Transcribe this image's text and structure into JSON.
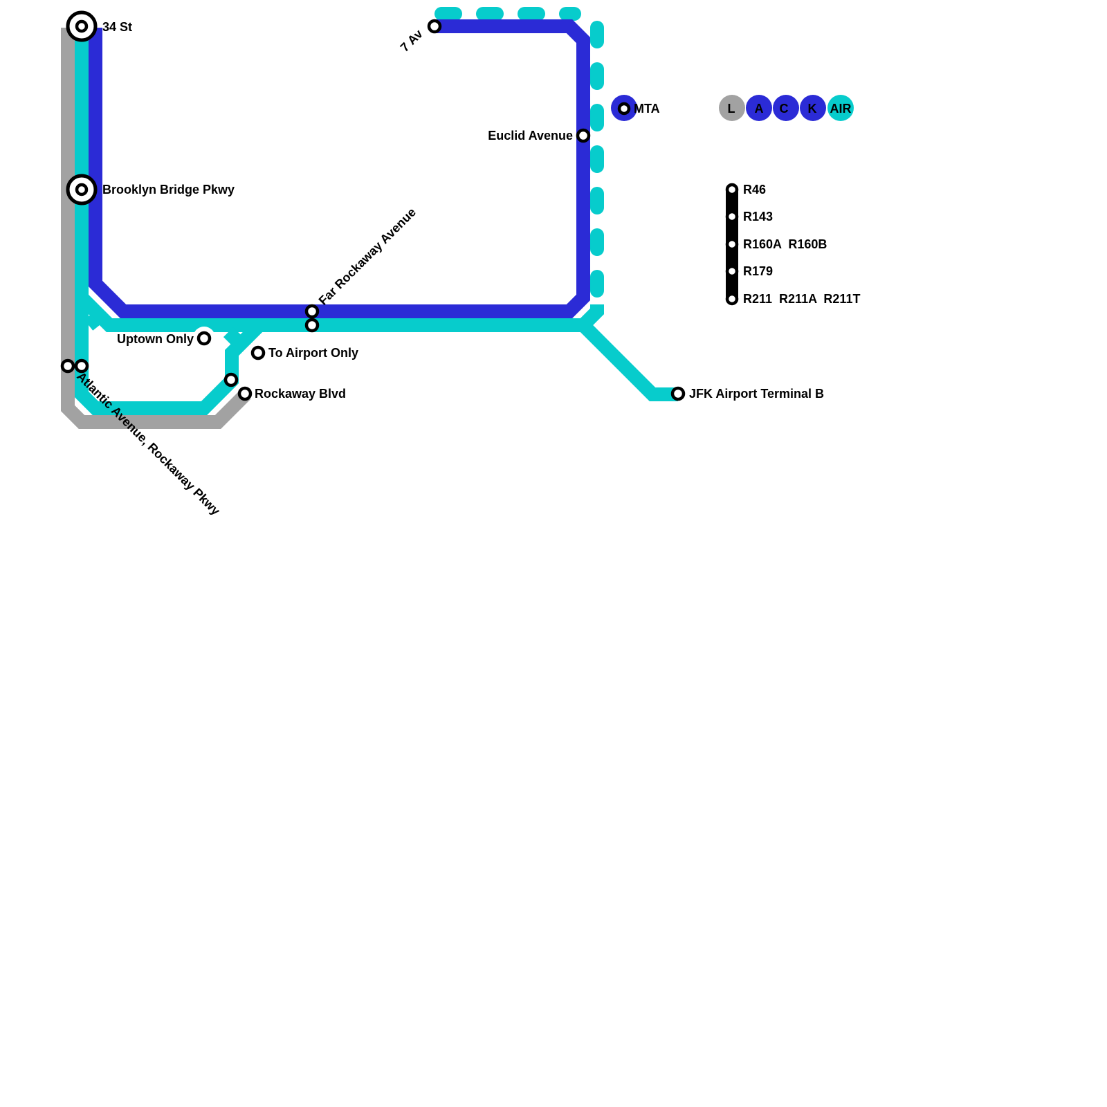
{
  "colors": {
    "L": "#a2a2a2",
    "ACK": "#2b2bd6",
    "AIR": "#07cccc"
  },
  "stations": {
    "s34": "34 St",
    "bbp": "Brooklyn Bridge Pkwy",
    "ave7": "7 Av",
    "euclid": "Euclid Avenue",
    "far_rock": "Far Rockaway Avenue",
    "uptown": "Uptown Only",
    "to_airport": "To Airport Only",
    "rock_blvd": "Rockaway Blvd",
    "atlantic": "Atlantic Avenue, Rockaway Pkwy",
    "jfk": "JFK Airport Terminal B"
  },
  "legend": {
    "operator": "MTA",
    "lines": [
      "L",
      "A",
      "C",
      "K",
      "AIR"
    ],
    "fleet": [
      "R46",
      "R143",
      "R160A  R160B",
      "R179",
      "R211  R211A  R211T"
    ]
  }
}
